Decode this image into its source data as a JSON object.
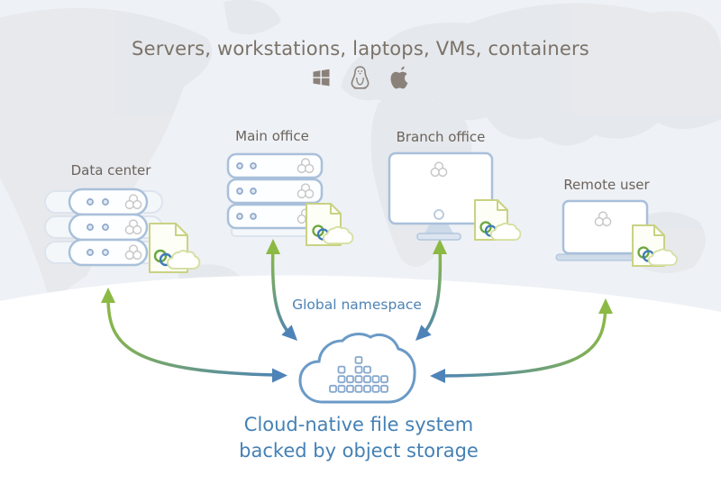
{
  "title": "Servers, workstations, laptops, VMs, containers",
  "platforms": {
    "items": [
      {
        "name": "windows",
        "icon": "windows-logo-icon"
      },
      {
        "name": "linux",
        "icon": "linux-tux-icon"
      },
      {
        "name": "apple",
        "icon": "apple-logo-icon"
      }
    ]
  },
  "nodes": {
    "data_center": {
      "label": "Data center"
    },
    "main_office": {
      "label": "Main office"
    },
    "branch_office": {
      "label": "Branch office"
    },
    "remote_user": {
      "label": "Remote user"
    }
  },
  "cloud": {
    "label": "Global namespace",
    "block_grid": [
      [
        0,
        0,
        0,
        1,
        0,
        0,
        0
      ],
      [
        0,
        1,
        0,
        1,
        1,
        0,
        0
      ],
      [
        0,
        1,
        1,
        1,
        1,
        1,
        1
      ],
      [
        1,
        1,
        1,
        1,
        1,
        1,
        1
      ]
    ]
  },
  "caption": {
    "line1": "Cloud-native file system",
    "line2": "backed by object storage"
  },
  "connections": [
    {
      "between": [
        "data-center",
        "cloud"
      ],
      "bidirectional": true
    },
    {
      "between": [
        "main-office",
        "cloud"
      ],
      "bidirectional": true
    },
    {
      "between": [
        "branch-office",
        "cloud"
      ],
      "bidirectional": true
    },
    {
      "between": [
        "remote-user",
        "cloud"
      ],
      "bidirectional": true
    }
  ],
  "colors": {
    "arrow_green": "#8cb944",
    "arrow_blue": "#4d83b7",
    "device_stroke": "#a9c0da",
    "doc_stroke": "#c9d282",
    "logo_green": "#6aa63f",
    "logo_blue": "#3e7ab8",
    "cloud_stroke": "#6b9ac6",
    "title_gray": "#7b7268",
    "label_gray": "#6b635c",
    "text_blue": "#4581b5"
  }
}
